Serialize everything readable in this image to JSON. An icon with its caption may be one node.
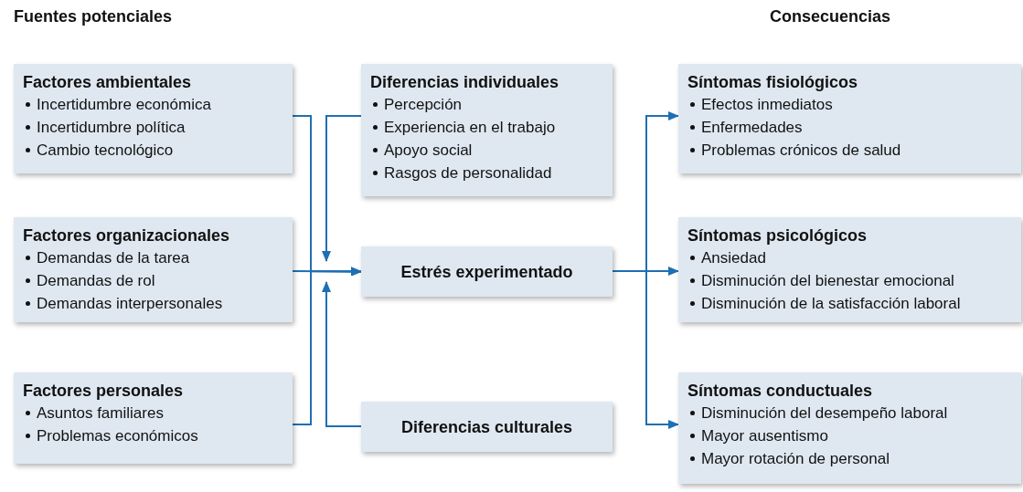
{
  "diagram": {
    "nodes": [
      {
        "text": [
          "Factores ambientales",
          "Incertidumbre económica",
          "Incertidumbre política",
          "Cambio tecnológico"
        ]
      },
      {
        "text": [
          "Factores organizacionales",
          "Demandas de la tarea",
          "Demandas de rol",
          "Demandas interpersonales"
        ]
      },
      {
        "text": [
          "Factores personales",
          "Asuntos familiares",
          "Problemas económicos"
        ]
      },
      {
        "text": [
          "Diferencias individuales",
          "Percepción",
          "Experiencia en el trabajo",
          "Apoyo social",
          "Rasgos de personalidad"
        ]
      },
      {
        "text": [
          "Estrés experimentado"
        ]
      },
      {
        "text": [
          "Diferencias culturales"
        ]
      },
      {
        "text": [
          "Síntomas fisiológicos",
          "Efectos inmediatos",
          "Enfermedades",
          "Problemas crónicos de salud"
        ]
      },
      {
        "text": [
          "Síntomas psicológicos",
          "Ansiedad",
          "Disminución del bienestar emocional",
          "Disminución de la satisfacción laboral"
        ]
      },
      {
        "text": [
          "Síntomas conductuales",
          "Disminución del desempeño laboral",
          "Mayor ausentismo",
          "Mayor rotación de personal"
        ]
      }
    ],
    "edges": [
      {
        "from": 0,
        "to": 4,
        "arrow": "to"
      },
      {
        "from": 1,
        "to": 4,
        "arrow": "to"
      },
      {
        "from": 2,
        "to": 4,
        "arrow": "to"
      },
      {
        "from": 3,
        "to": null,
        "arrow": "to"
      },
      {
        "from": 5,
        "to": null,
        "arrow": "to"
      },
      {
        "from": 4,
        "to": 6,
        "arrow": "to"
      },
      {
        "from": 4,
        "to": 7,
        "arrow": "to"
      },
      {
        "from": 4,
        "to": 8,
        "arrow": "to"
      }
    ],
    "labels": [
      "Fuentes potenciales",
      "Consecuencias"
    ]
  }
}
